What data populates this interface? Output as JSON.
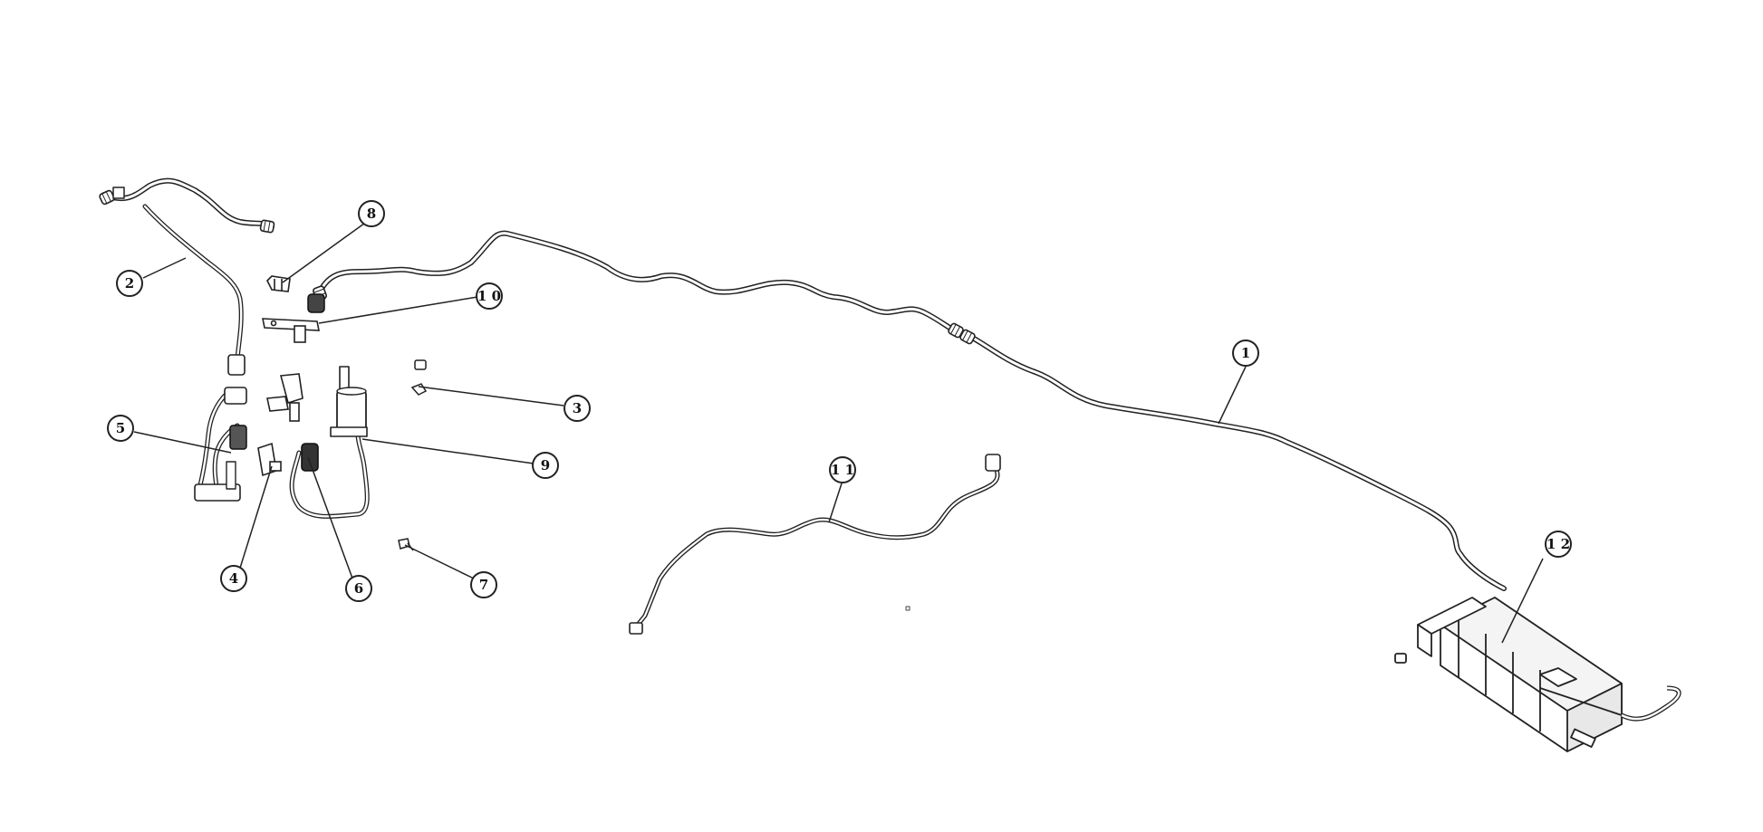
{
  "diagram": {
    "background": "#ffffff",
    "line_color": "#2a2a2a",
    "callouts": [
      {
        "id": "1",
        "label": "1"
      },
      {
        "id": "2",
        "label": "2"
      },
      {
        "id": "3",
        "label": "3"
      },
      {
        "id": "4",
        "label": "4"
      },
      {
        "id": "5",
        "label": "5"
      },
      {
        "id": "6",
        "label": "6"
      },
      {
        "id": "7",
        "label": "7"
      },
      {
        "id": "8",
        "label": "8"
      },
      {
        "id": "9",
        "label": "9"
      },
      {
        "id": "10",
        "label": "1 0"
      },
      {
        "id": "11",
        "label": "1 1"
      },
      {
        "id": "12",
        "label": "1 2"
      }
    ]
  }
}
